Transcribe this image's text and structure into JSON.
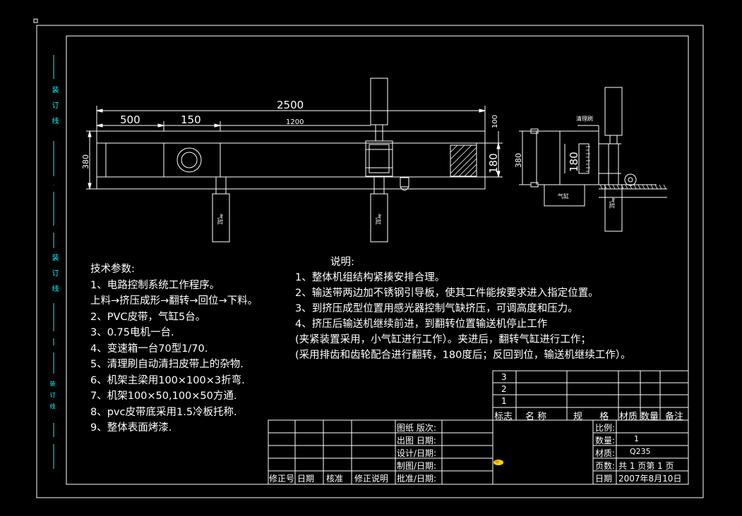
{
  "dimensions": {
    "d2500": "2500",
    "d500": "500",
    "d150": "150",
    "d1200": "1200",
    "d100": "100",
    "d380_left": "380",
    "d180_left": "180",
    "d380_right": "380",
    "d180_right": "180"
  },
  "labels": {
    "cylinder": "气缸",
    "cleaning_brush": "清理刷",
    "binding_line": "装订线"
  },
  "tech_params": {
    "title": "技术参数:",
    "items": [
      "1、电路控制系统工作程序。",
      "上料→挤压成形→翻转→回位→下料。",
      "2、PVC皮带，气缸5台。",
      "3、0.75电机一台.",
      "4、变速箱一台70型1/70.",
      "5、清理刷自动清扫皮带上的杂物.",
      "6、机架主梁用100×100×3折弯.",
      "7、机架100×50,100×50方通.",
      "8、pvc皮带底采用1.5冷板托称.",
      "9、整体表面烤漆."
    ]
  },
  "notes": {
    "title": "说明:",
    "items": [
      "1、整体机组结构紧揍安排合理。",
      "2、输送带两边加不锈钢引导板，使其工件能按要求进入指定位置。",
      "3、到挤压成型位置用感光器控制气缺挤压，可调高度和压力。",
      "4、挤压后输送机继续前进，到翻转位置输送机停止工作",
      "(夹紧装置采用，小气缸进行工作）。夹进后，翻转气缸进行工作；",
      "(采用排齿和齿轮配合进行翻转，180度后；反回到位，输送机继续工作）。"
    ]
  },
  "parts_table": {
    "rows": [
      "3",
      "2",
      "1"
    ],
    "headers": [
      "标志",
      "名 称",
      "规 格",
      "材质",
      "数量",
      "备注"
    ]
  },
  "title_block": {
    "left_labels": [
      "修正号",
      "日期",
      "核准",
      "修正说明",
      "批准/日期:"
    ],
    "mid_labels": [
      "图纸 版次:",
      "出图 日期:",
      "设计/日期:",
      "制图/日期:"
    ],
    "right_labels": [
      "比例:",
      "数量:",
      "材质:",
      "页数:",
      "日期"
    ],
    "right_values": [
      "",
      "1",
      "Q235",
      "共 1 页第 1 页",
      "2007年8月10日"
    ]
  },
  "colors": {
    "line": "#ffffff",
    "accent": "#00ffff",
    "logo": "#ffd700"
  }
}
